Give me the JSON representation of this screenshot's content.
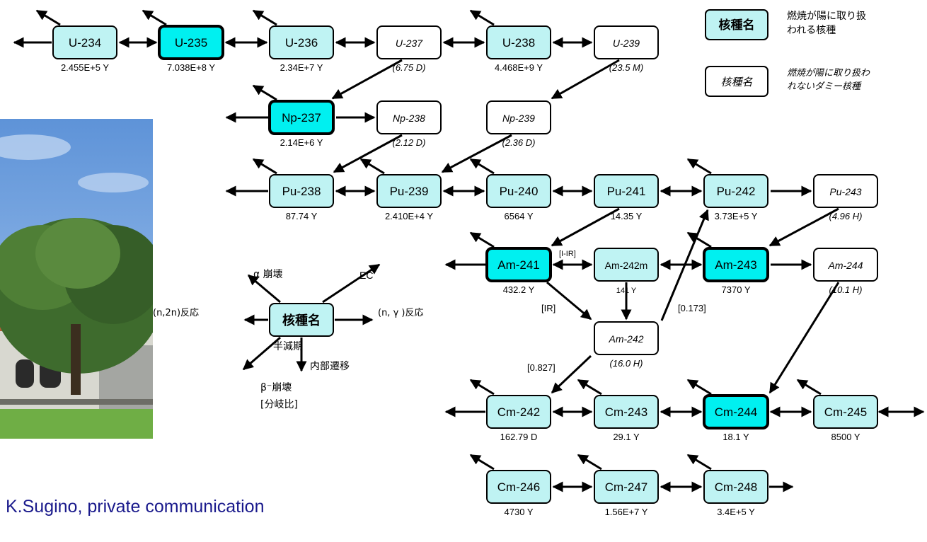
{
  "credit": "K.Sugino,  private communication",
  "colors": {
    "tracked_fill": "#bff3f3",
    "key_fill": "#00f0f0",
    "dummy_fill": "#ffffff",
    "edge": "#000000",
    "credit": "#1a1a8c"
  },
  "legend": {
    "box_label": "核種名",
    "tracked_desc_1": "燃焼が陽に取り扱",
    "tracked_desc_2": "われる核種",
    "dummy_desc_1": "燃焼が陽に取り扱わ",
    "dummy_desc_2": "れないダミー核種"
  },
  "key_diagram": {
    "center": "核種名",
    "alpha": "α 崩壊",
    "ec": "EC",
    "n2n": "(n,2n)反応",
    "ngamma": "(n, γ )反応",
    "halflife": "半減期",
    "internal": "内部遷移",
    "beta": "β⁻崩壊",
    "branch": "[分岐比]"
  },
  "nuclides": [
    {
      "id": "u234",
      "name": "U-234",
      "half_life": "2.455E+5 Y",
      "kind": "tracked"
    },
    {
      "id": "u235",
      "name": "U-235",
      "half_life": "7.038E+8 Y",
      "kind": "key"
    },
    {
      "id": "u236",
      "name": "U-236",
      "half_life": "2.34E+7 Y",
      "kind": "tracked"
    },
    {
      "id": "u237",
      "name": "U-237",
      "half_life": "(6.75 D)",
      "kind": "dummy"
    },
    {
      "id": "u238",
      "name": "U-238",
      "half_life": "4.468E+9 Y",
      "kind": "tracked"
    },
    {
      "id": "u239",
      "name": "U-239",
      "half_life": "(23.5 M)",
      "kind": "dummy"
    },
    {
      "id": "np237",
      "name": "Np-237",
      "half_life": "2.14E+6 Y",
      "kind": "key"
    },
    {
      "id": "np238",
      "name": "Np-238",
      "half_life": "(2.12 D)",
      "kind": "dummy"
    },
    {
      "id": "np239",
      "name": "Np-239",
      "half_life": "(2.36 D)",
      "kind": "dummy"
    },
    {
      "id": "pu238",
      "name": "Pu-238",
      "half_life": "87.74 Y",
      "kind": "tracked"
    },
    {
      "id": "pu239",
      "name": "Pu-239",
      "half_life": "2.410E+4 Y",
      "kind": "tracked"
    },
    {
      "id": "pu240",
      "name": "Pu-240",
      "half_life": "6564 Y",
      "kind": "tracked"
    },
    {
      "id": "pu241",
      "name": "Pu-241",
      "half_life": "14.35 Y",
      "kind": "tracked"
    },
    {
      "id": "pu242",
      "name": "Pu-242",
      "half_life": "3.73E+5 Y",
      "kind": "tracked"
    },
    {
      "id": "pu243",
      "name": "Pu-243",
      "half_life": "(4.96 H)",
      "kind": "dummy"
    },
    {
      "id": "am241",
      "name": "Am-241",
      "half_life": "432.2 Y",
      "kind": "key"
    },
    {
      "id": "am242m",
      "name": "Am-242m",
      "half_life": "141 Y",
      "kind": "tracked"
    },
    {
      "id": "am243",
      "name": "Am-243",
      "half_life": "7370 Y",
      "kind": "key"
    },
    {
      "id": "am244",
      "name": "Am-244",
      "half_life": "(10.1 H)",
      "kind": "dummy"
    },
    {
      "id": "am242",
      "name": "Am-242",
      "half_life": "(16.0 H)",
      "kind": "dummy"
    },
    {
      "id": "cm242",
      "name": "Cm-242",
      "half_life": "162.79 D",
      "kind": "tracked"
    },
    {
      "id": "cm243",
      "name": "Cm-243",
      "half_life": "29.1 Y",
      "kind": "tracked"
    },
    {
      "id": "cm244",
      "name": "Cm-244",
      "half_life": "18.1 Y",
      "kind": "key"
    },
    {
      "id": "cm245",
      "name": "Cm-245",
      "half_life": "8500 Y",
      "kind": "tracked"
    },
    {
      "id": "cm246",
      "name": "Cm-246",
      "half_life": "4730 Y",
      "kind": "tracked"
    },
    {
      "id": "cm247",
      "name": "Cm-247",
      "half_life": "1.56E+7 Y",
      "kind": "tracked"
    },
    {
      "id": "cm248",
      "name": "Cm-248",
      "half_life": "3.4E+5 Y",
      "kind": "tracked"
    }
  ],
  "branch_labels": {
    "it_to_am242m": "[I-IR]",
    "ir_to_am242": "[IR]",
    "am242_to_pu242": "[0.173]",
    "am242_to_cm242": "[0.827]"
  }
}
